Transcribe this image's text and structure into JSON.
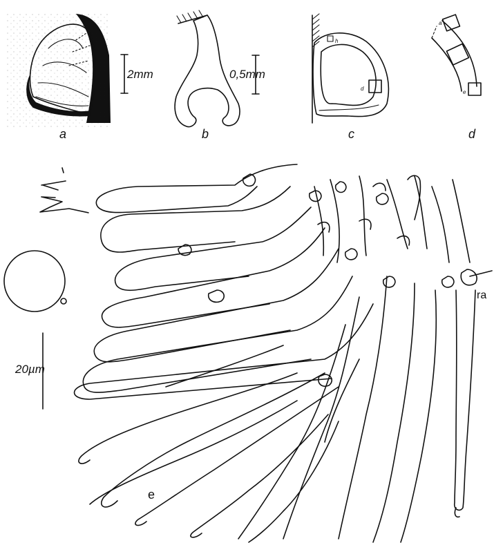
{
  "panels": {
    "a": {
      "label": "a",
      "scale_label": "2mm"
    },
    "b": {
      "label": "b",
      "scale_label": "0,5mm"
    },
    "c": {
      "label": "c",
      "inset_labels": [
        "h",
        "d"
      ]
    },
    "d": {
      "label": "d",
      "inset_labels": [
        "a",
        "e"
      ]
    },
    "e": {
      "label": "e",
      "scale_label": "20µm",
      "sub_label": "ra"
    }
  }
}
